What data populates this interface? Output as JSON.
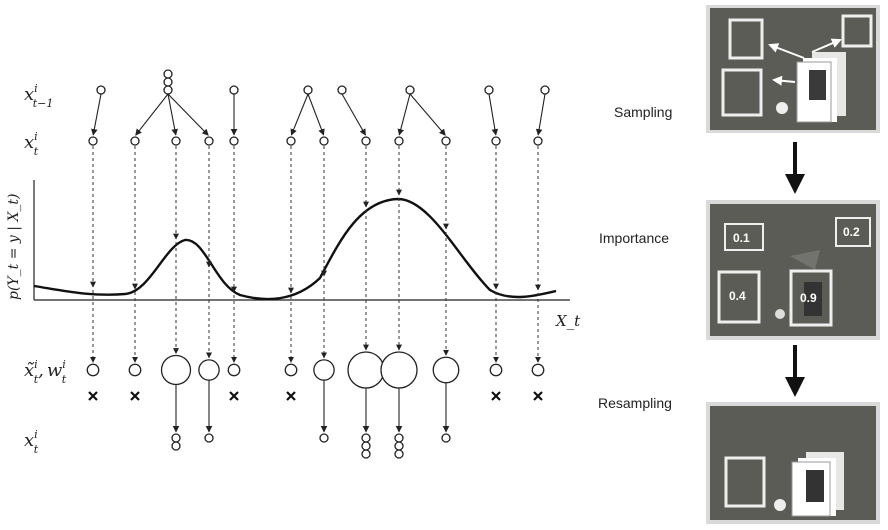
{
  "rows": {
    "prev_label": {
      "base": "x",
      "sup": "i",
      "sub": "t−1"
    },
    "pred_label": {
      "base": "x",
      "sup": "i",
      "sub": "t"
    },
    "weight_label": {
      "base": "x̃",
      "sup": "i",
      "sub": "t",
      "sep": ",",
      "base2": "w",
      "sup2": "i",
      "sub2": "t"
    },
    "resampled_label": {
      "base": "x",
      "sup": "i",
      "sub": "t"
    }
  },
  "axis": {
    "y_label": "p(Y_t = y | X_t)",
    "x_label": "X_t"
  },
  "steps": {
    "sampling": "Sampling",
    "importance": "Importance",
    "resampling": "Resampling"
  },
  "weights": [
    "0.1",
    "0.2",
    "0.4",
    "0.9"
  ],
  "particles": {
    "prev_counts": [
      1,
      3,
      1,
      1,
      1,
      1,
      1,
      1
    ],
    "weights_rel": [
      0.1,
      0.1,
      0.6,
      0.35,
      0.1,
      0.1,
      0.35,
      0.8,
      0.8,
      0.5,
      0.1,
      0.1
    ],
    "discarded": [
      true,
      true,
      false,
      false,
      true,
      true,
      false,
      false,
      false,
      false,
      true,
      true
    ],
    "offspring": [
      0,
      0,
      2,
      1,
      0,
      0,
      1,
      3,
      3,
      1,
      0,
      0
    ]
  },
  "colors": {
    "ink": "#222222",
    "photo_bg": "#5c5c56",
    "photo_frame": "#d9d9d9"
  }
}
